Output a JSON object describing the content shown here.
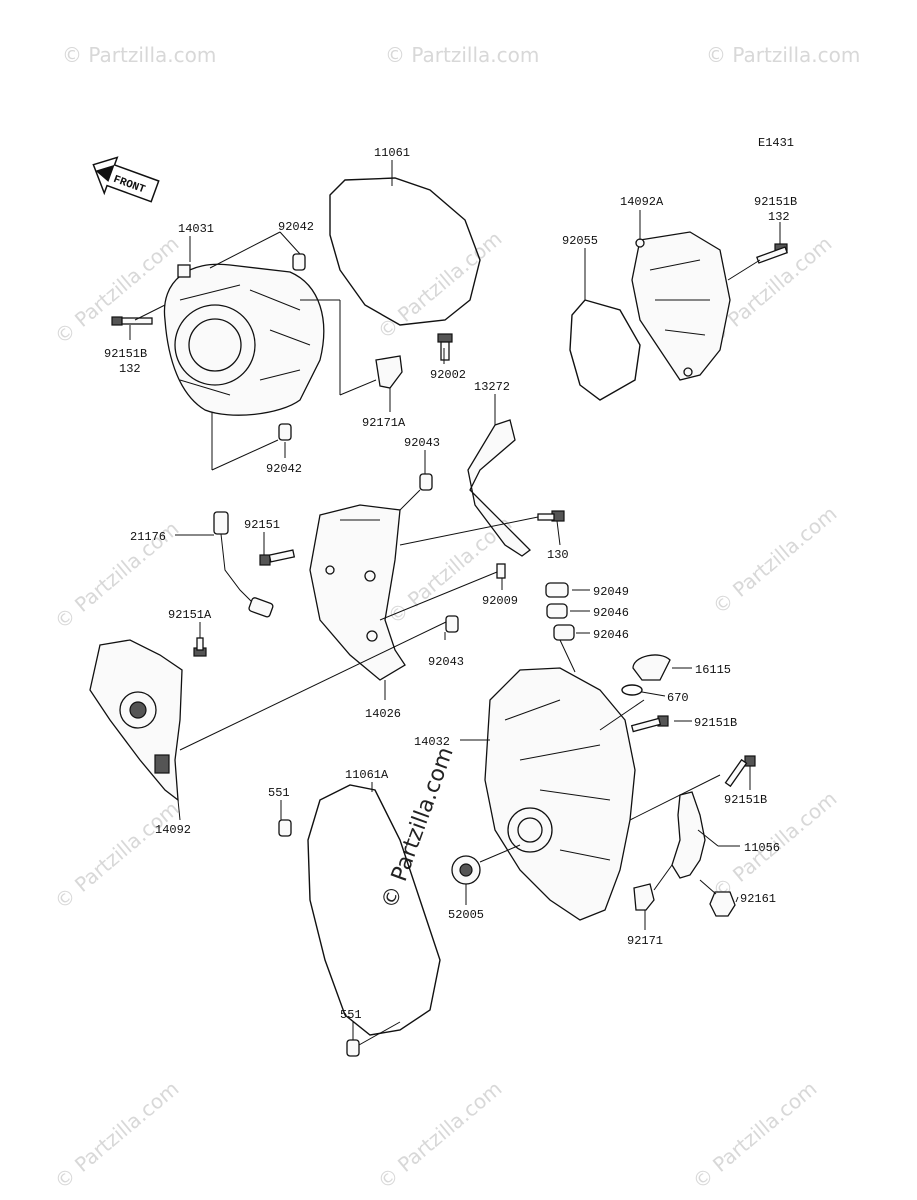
{
  "diagram_code": "E1431",
  "front_label": "FRONT",
  "watermark": "© Partzilla.com",
  "watermark_center": "© Partzilla.com",
  "parts": [
    {
      "id": "11061",
      "label": "11061"
    },
    {
      "id": "14031",
      "label": "14031"
    },
    {
      "id": "92042-a",
      "label": "92042"
    },
    {
      "id": "92151b-a",
      "label": "92151B"
    },
    {
      "id": "132-a",
      "label": "132"
    },
    {
      "id": "92002",
      "label": "92002"
    },
    {
      "id": "92171a",
      "label": "92171A"
    },
    {
      "id": "92042-b",
      "label": "92042"
    },
    {
      "id": "14092a",
      "label": "14092A"
    },
    {
      "id": "92151b-b",
      "label": "92151B"
    },
    {
      "id": "132-b",
      "label": "132"
    },
    {
      "id": "92055",
      "label": "92055"
    },
    {
      "id": "13272",
      "label": "13272"
    },
    {
      "id": "92043-a",
      "label": "92043"
    },
    {
      "id": "21176",
      "label": "21176"
    },
    {
      "id": "92151",
      "label": "92151"
    },
    {
      "id": "130",
      "label": "130"
    },
    {
      "id": "92049",
      "label": "92049"
    },
    {
      "id": "92009",
      "label": "92009"
    },
    {
      "id": "92046-a",
      "label": "92046"
    },
    {
      "id": "92151a",
      "label": "92151A"
    },
    {
      "id": "92046-b",
      "label": "92046"
    },
    {
      "id": "92043-b",
      "label": "92043"
    },
    {
      "id": "16115",
      "label": "16115"
    },
    {
      "id": "670",
      "label": "670"
    },
    {
      "id": "14026",
      "label": "14026"
    },
    {
      "id": "14032",
      "label": "14032"
    },
    {
      "id": "92151b-c",
      "label": "92151B"
    },
    {
      "id": "551-a",
      "label": "551"
    },
    {
      "id": "11061a",
      "label": "11061A"
    },
    {
      "id": "92151b-d",
      "label": "92151B"
    },
    {
      "id": "14092",
      "label": "14092"
    },
    {
      "id": "11056",
      "label": "11056"
    },
    {
      "id": "52005",
      "label": "52005"
    },
    {
      "id": "92161",
      "label": "92161"
    },
    {
      "id": "92171",
      "label": "92171"
    },
    {
      "id": "551-b",
      "label": "551"
    }
  ]
}
